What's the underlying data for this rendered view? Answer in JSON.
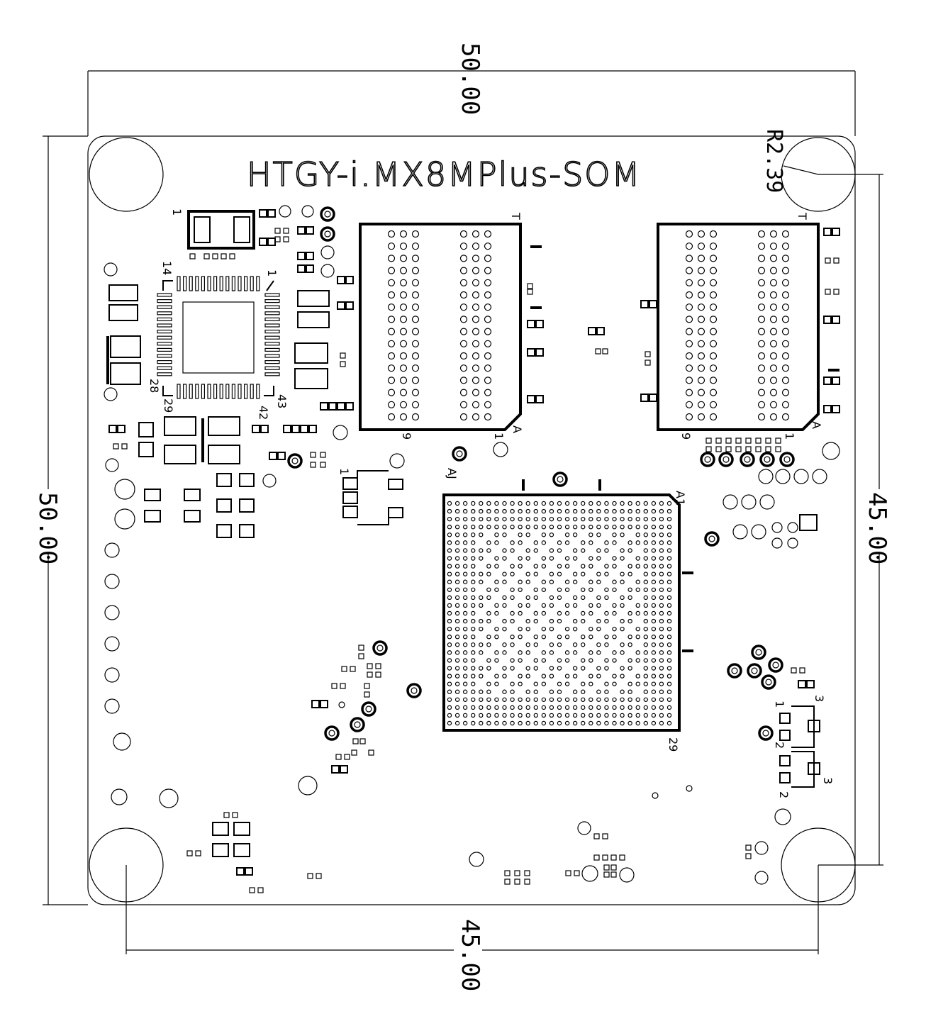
{
  "board": {
    "title": "HTGY-i.MX8MPlus-SOM",
    "corner_radius_label": "R2.39"
  },
  "dimensions": {
    "top_width": "50.00",
    "left_height": "50.00",
    "right_hole_spacing": "45.00",
    "bottom_hole_spacing": "45.00"
  },
  "silkscreen": {
    "phy_pin1": "1",
    "phy_pin14": "14",
    "phy_pin28": "28",
    "phy_pin29": "29",
    "phy_pin42": "42",
    "phy_pin43": "43",
    "phy_pin1b": "1",
    "ddr1_t": "T",
    "ddr1_9": "9",
    "ddr1_1": "1",
    "ddr1_a": "A",
    "ddr2_t": "T",
    "ddr2_9": "9",
    "ddr2_1": "1",
    "ddr2_a": "A",
    "soc_a1": "A1",
    "soc_29": "29",
    "soc_aj": "AJ",
    "conn_1": "1",
    "right_1": "1",
    "right_2": "2",
    "right_3a": "3",
    "right_3b": "3",
    "right_2b": "2"
  }
}
